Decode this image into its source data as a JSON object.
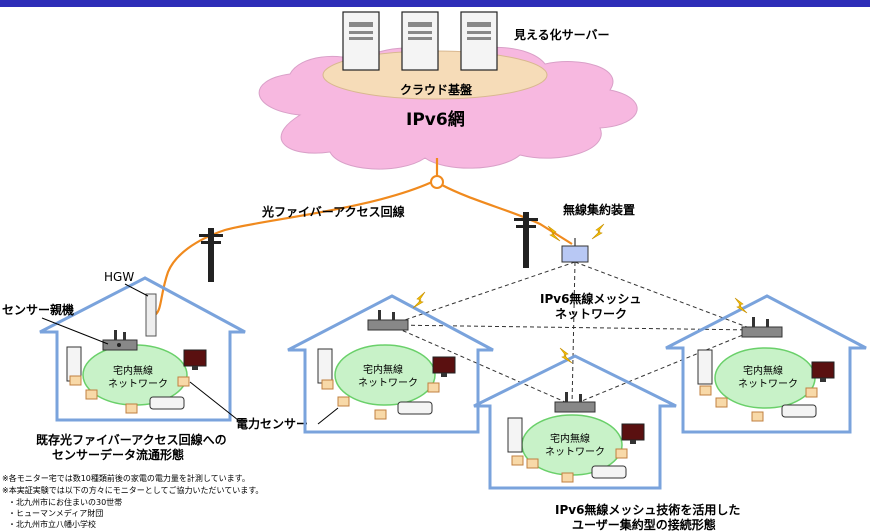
{
  "labels": {
    "server": "見える化サーバー",
    "cloud_platform": "クラウド基盤",
    "ipv6_net": "IPv6網",
    "fiber_access": "光ファイバーアクセス回線",
    "wireless_aggregator": "無線集約装置",
    "hgw": "HGW",
    "sensor_parent": "センサー親機",
    "mesh_line1": "IPv6無線メッシュ",
    "mesh_line2": "ネットワーク",
    "home_net_line1": "宅内無線",
    "home_net_line2": "ネットワーク",
    "power_sensor": "電力センサー",
    "left_caption_line1": "既存光ファイバーアクセス回線への",
    "left_caption_line2": "センサーデータ流通形態",
    "right_caption_line1": "IPv6無線メッシュ技術を活用した",
    "right_caption_line2": "ユーザー集約型の接続形態"
  },
  "notes": [
    "※各モニター宅では数10種類前後の家電の電力量を計測しています。",
    "※本実証実験では以下の方々にモニターとしてご協力いただいています。",
    "・北九州市にお住まいの30世帯",
    "・ヒューマンメディア財団",
    "・北九州市立八幡小学校"
  ],
  "colors": {
    "top_bar": "#2e2eb8",
    "cloud": "#f7b8e0",
    "platform": "#f6dcb8",
    "fiber": "#f08a1e",
    "house": "#7aa3dc",
    "home_net": "#c8f2c8",
    "sensor": "#f8d9a8"
  }
}
